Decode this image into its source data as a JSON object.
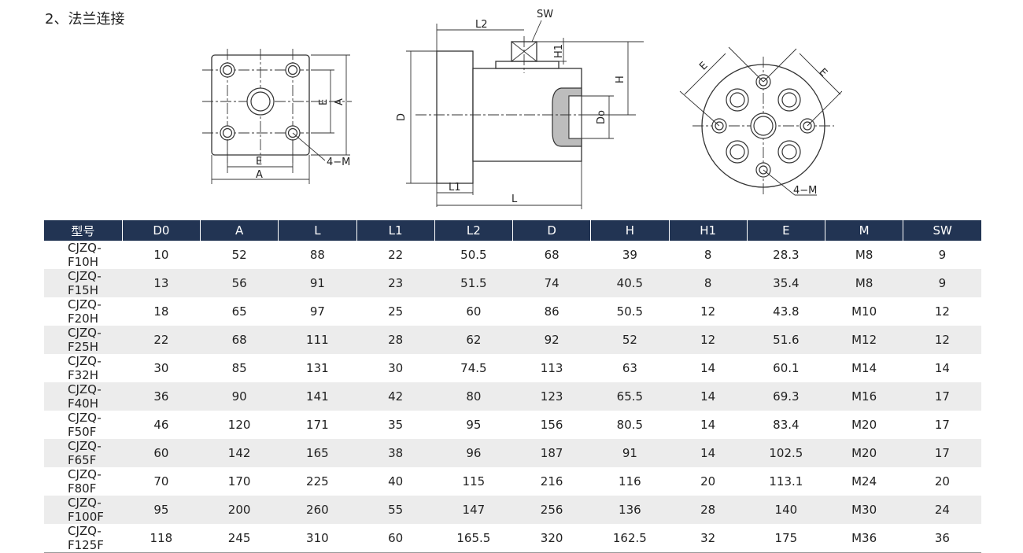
{
  "heading": "2、法兰连接",
  "labels": {
    "front": {
      "E_v": "E",
      "A_v": "A",
      "E_h": "E",
      "A_h": "A",
      "M": "4−M"
    },
    "side": {
      "SW": "SW",
      "L2": "L2",
      "H1": "H1",
      "H": "H",
      "D": "D",
      "Do": "Do",
      "L1": "L1",
      "L": "L"
    },
    "round": {
      "E_left": "E",
      "E_right": "E",
      "M": "4−M"
    }
  },
  "table": {
    "headers": [
      "型号",
      "D0",
      "A",
      "L",
      "L1",
      "L2",
      "D",
      "H",
      "H1",
      "E",
      "M",
      "SW"
    ],
    "rows": [
      [
        "CJZQ-F10H",
        "10",
        "52",
        "88",
        "22",
        "50.5",
        "68",
        "39",
        "8",
        "28.3",
        "M8",
        "9"
      ],
      [
        "CJZQ-F15H",
        "13",
        "56",
        "91",
        "23",
        "51.5",
        "74",
        "40.5",
        "8",
        "35.4",
        "M8",
        "9"
      ],
      [
        "CJZQ-F20H",
        "18",
        "65",
        "97",
        "25",
        "60",
        "86",
        "50.5",
        "12",
        "43.8",
        "M10",
        "12"
      ],
      [
        "CJZQ-F25H",
        "22",
        "68",
        "111",
        "28",
        "62",
        "92",
        "52",
        "12",
        "51.6",
        "M12",
        "12"
      ],
      [
        "CJZQ-F32H",
        "30",
        "85",
        "131",
        "30",
        "74.5",
        "113",
        "63",
        "14",
        "60.1",
        "M14",
        "14"
      ],
      [
        "CJZQ-F40H",
        "36",
        "90",
        "141",
        "42",
        "80",
        "123",
        "65.5",
        "14",
        "69.3",
        "M16",
        "17"
      ],
      [
        "CJZQ-F50F",
        "46",
        "120",
        "171",
        "35",
        "95",
        "156",
        "80.5",
        "14",
        "83.4",
        "M20",
        "17"
      ],
      [
        "CJZQ-F65F",
        "60",
        "142",
        "165",
        "38",
        "96",
        "187",
        "91",
        "14",
        "102.5",
        "M20",
        "17"
      ],
      [
        "CJZQ-F80F",
        "70",
        "170",
        "225",
        "40",
        "115",
        "216",
        "116",
        "20",
        "113.1",
        "M24",
        "20"
      ],
      [
        "CJZQ-F100F",
        "95",
        "200",
        "260",
        "55",
        "147",
        "256",
        "136",
        "28",
        "140",
        "M30",
        "24"
      ],
      [
        "CJZQ-F125F",
        "118",
        "245",
        "310",
        "60",
        "165.5",
        "320",
        "162.5",
        "32",
        "175",
        "M36",
        "36"
      ]
    ]
  }
}
